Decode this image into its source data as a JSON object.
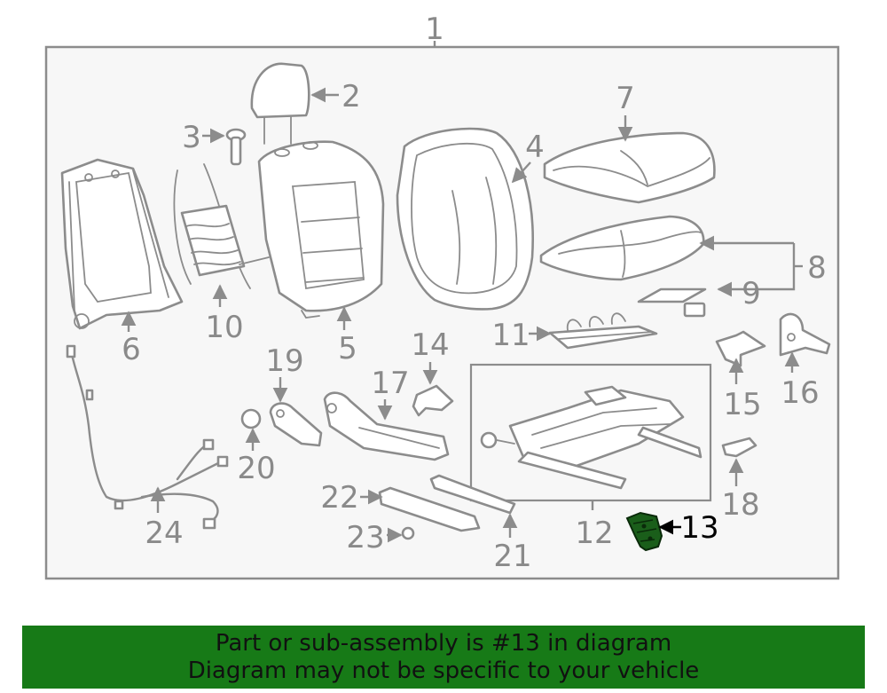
{
  "diagram": {
    "callouts": {
      "c1": "1",
      "c2": "2",
      "c3": "3",
      "c4": "4",
      "c5": "5",
      "c6": "6",
      "c7": "7",
      "c8": "8",
      "c9": "9",
      "c10": "10",
      "c11": "11",
      "c12": "12",
      "c13": "13",
      "c14": "14",
      "c15": "15",
      "c16": "16",
      "c17": "17",
      "c18": "18",
      "c19": "19",
      "c20": "20",
      "c21": "21",
      "c22": "22",
      "c23": "23",
      "c24": "24"
    },
    "highlighted_part": "13",
    "colors": {
      "line": "#8c8c8c",
      "label": "#8a8a8a",
      "highlight_fill": "#1a5e1a",
      "frame_bg": "#f7f7f7",
      "banner_bg": "#177a17"
    }
  },
  "banner": {
    "line1": "Part or sub-assembly is #13 in diagram",
    "line2": "Diagram may not be specific to your vehicle"
  }
}
